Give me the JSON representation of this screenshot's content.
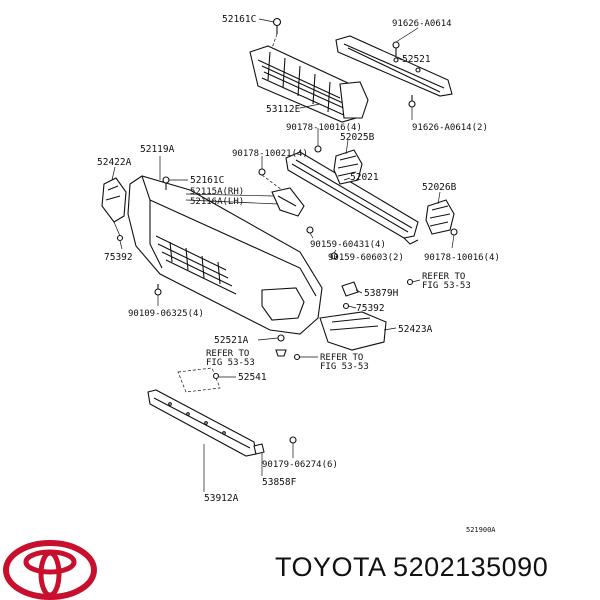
{
  "diagram_code": "521900A",
  "brand": "TOYOTA",
  "part_number": "5202135090",
  "labels": {
    "l52161c_top": "52161C",
    "l91626a0614": "91626-A0614",
    "l52521_top": "52521",
    "l53112e": "53112E",
    "l91626a0614_2": "91626-A0614(2)",
    "l90178_10016_4a": "90178-10016(4)",
    "l52025b": "52025B",
    "l90178_10021_4": "90178-10021(4)",
    "l52119a": "52119A",
    "l52422a": "52422A",
    "l52161c_mid": "52161C",
    "l52115a": "52115A(RH)",
    "l52116a": "52116A(LH)",
    "l52021": "52021",
    "l52026b": "52026B",
    "l90159_60431": "90159-60431(4)",
    "l90159_60603": "90159-60603(2)",
    "l90178_10016_4b": "90178-10016(4)",
    "l75392_left": "75392",
    "l90109_06325": "90109-06325(4)",
    "l53879h": "53879H",
    "l75392_right": "75392",
    "l52423a": "52423A",
    "l52521a": "52521A",
    "l52541": "52541",
    "l90179_06274": "90179-06274(6)",
    "l53858f": "53858F",
    "l53912a": "53912A",
    "ref_a_line1": "REFER TO",
    "ref_a_line2": "FIG 53-53",
    "ref_b_line1": "REFER TO",
    "ref_b_line2": "FIG 53-53",
    "ref_c_line1": "REFER TO",
    "ref_c_line2": "FIG 53-53"
  },
  "logo_icon": "toyota-emblem-icon",
  "colors": {
    "logo": "#c8102e",
    "ink": "#111111"
  }
}
